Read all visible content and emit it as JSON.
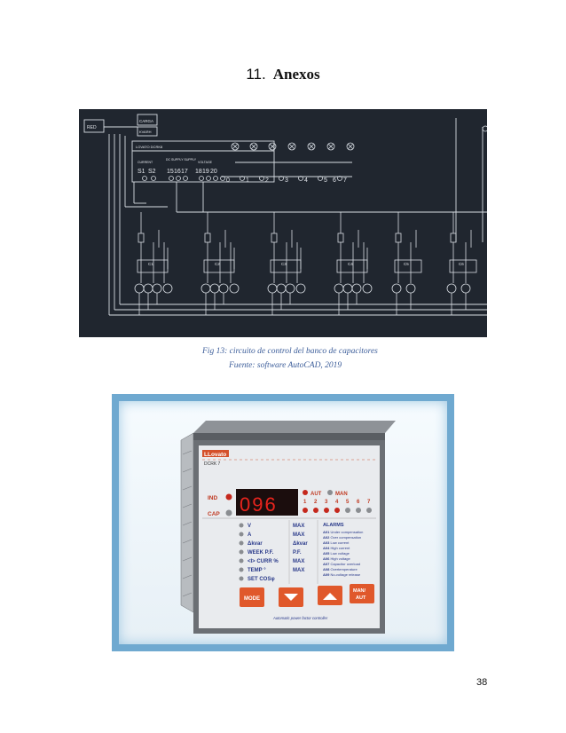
{
  "heading": {
    "number": "11.",
    "title": "Anexos"
  },
  "figure1": {
    "caption": "Fig 13: circuito de control del banco de capacitores",
    "source": "Fuente: software AutoCAD, 2019",
    "labels": {
      "red": "RED",
      "carga": "CARGA",
      "kvarh": "KVARH",
      "device": "LOVATO DCRK8",
      "current": "CURRENT",
      "supply": "DC SUPPLY SUPPLY",
      "voltage": "VOLTAGE",
      "s1": "S1",
      "s2": "S2",
      "t15": "15",
      "t16": "16",
      "t17": "17",
      "t18": "18",
      "t19": "19",
      "t20": "20",
      "outputs": [
        "0",
        "1",
        "2",
        "3",
        "4",
        "5",
        "6",
        "7"
      ],
      "capacitors": [
        "C1",
        "C2",
        "C3",
        "C4",
        "C5",
        "C6"
      ]
    }
  },
  "device": {
    "brand": "LLovato",
    "model": "DCRK 7",
    "ind": "IND",
    "cap": "CAP",
    "display": "096",
    "aut": "AUT",
    "man": "MAN",
    "steps": [
      "1",
      "2",
      "3",
      "4",
      "5",
      "6",
      "7"
    ],
    "params": [
      "V",
      "A",
      "Δkvar",
      "WEEK P.F.",
      "<I> CURR %",
      "TEMP °",
      "SET COSφ"
    ],
    "maxcol": [
      "MAX",
      "MAX",
      "Δkvar",
      "P.F.",
      "MAX",
      "MAX"
    ],
    "alarms_title": "ALARMS",
    "alarms": [
      {
        "code": "A01",
        "text": "Under compensation"
      },
      {
        "code": "A02",
        "text": "Over compensation"
      },
      {
        "code": "A03",
        "text": "Low current"
      },
      {
        "code": "A04",
        "text": "High current"
      },
      {
        "code": "A05",
        "text": "Low voltage"
      },
      {
        "code": "A06",
        "text": "High voltage"
      },
      {
        "code": "A07",
        "text": "Capacitor overload"
      },
      {
        "code": "A08",
        "text": "Overtemperature"
      },
      {
        "code": "A09",
        "text": "No-voltage release"
      }
    ],
    "mode": "MODE",
    "manaut": [
      "MAN/",
      "AUT"
    ],
    "footer": "Automatic power factor controller"
  },
  "page_number": "38"
}
